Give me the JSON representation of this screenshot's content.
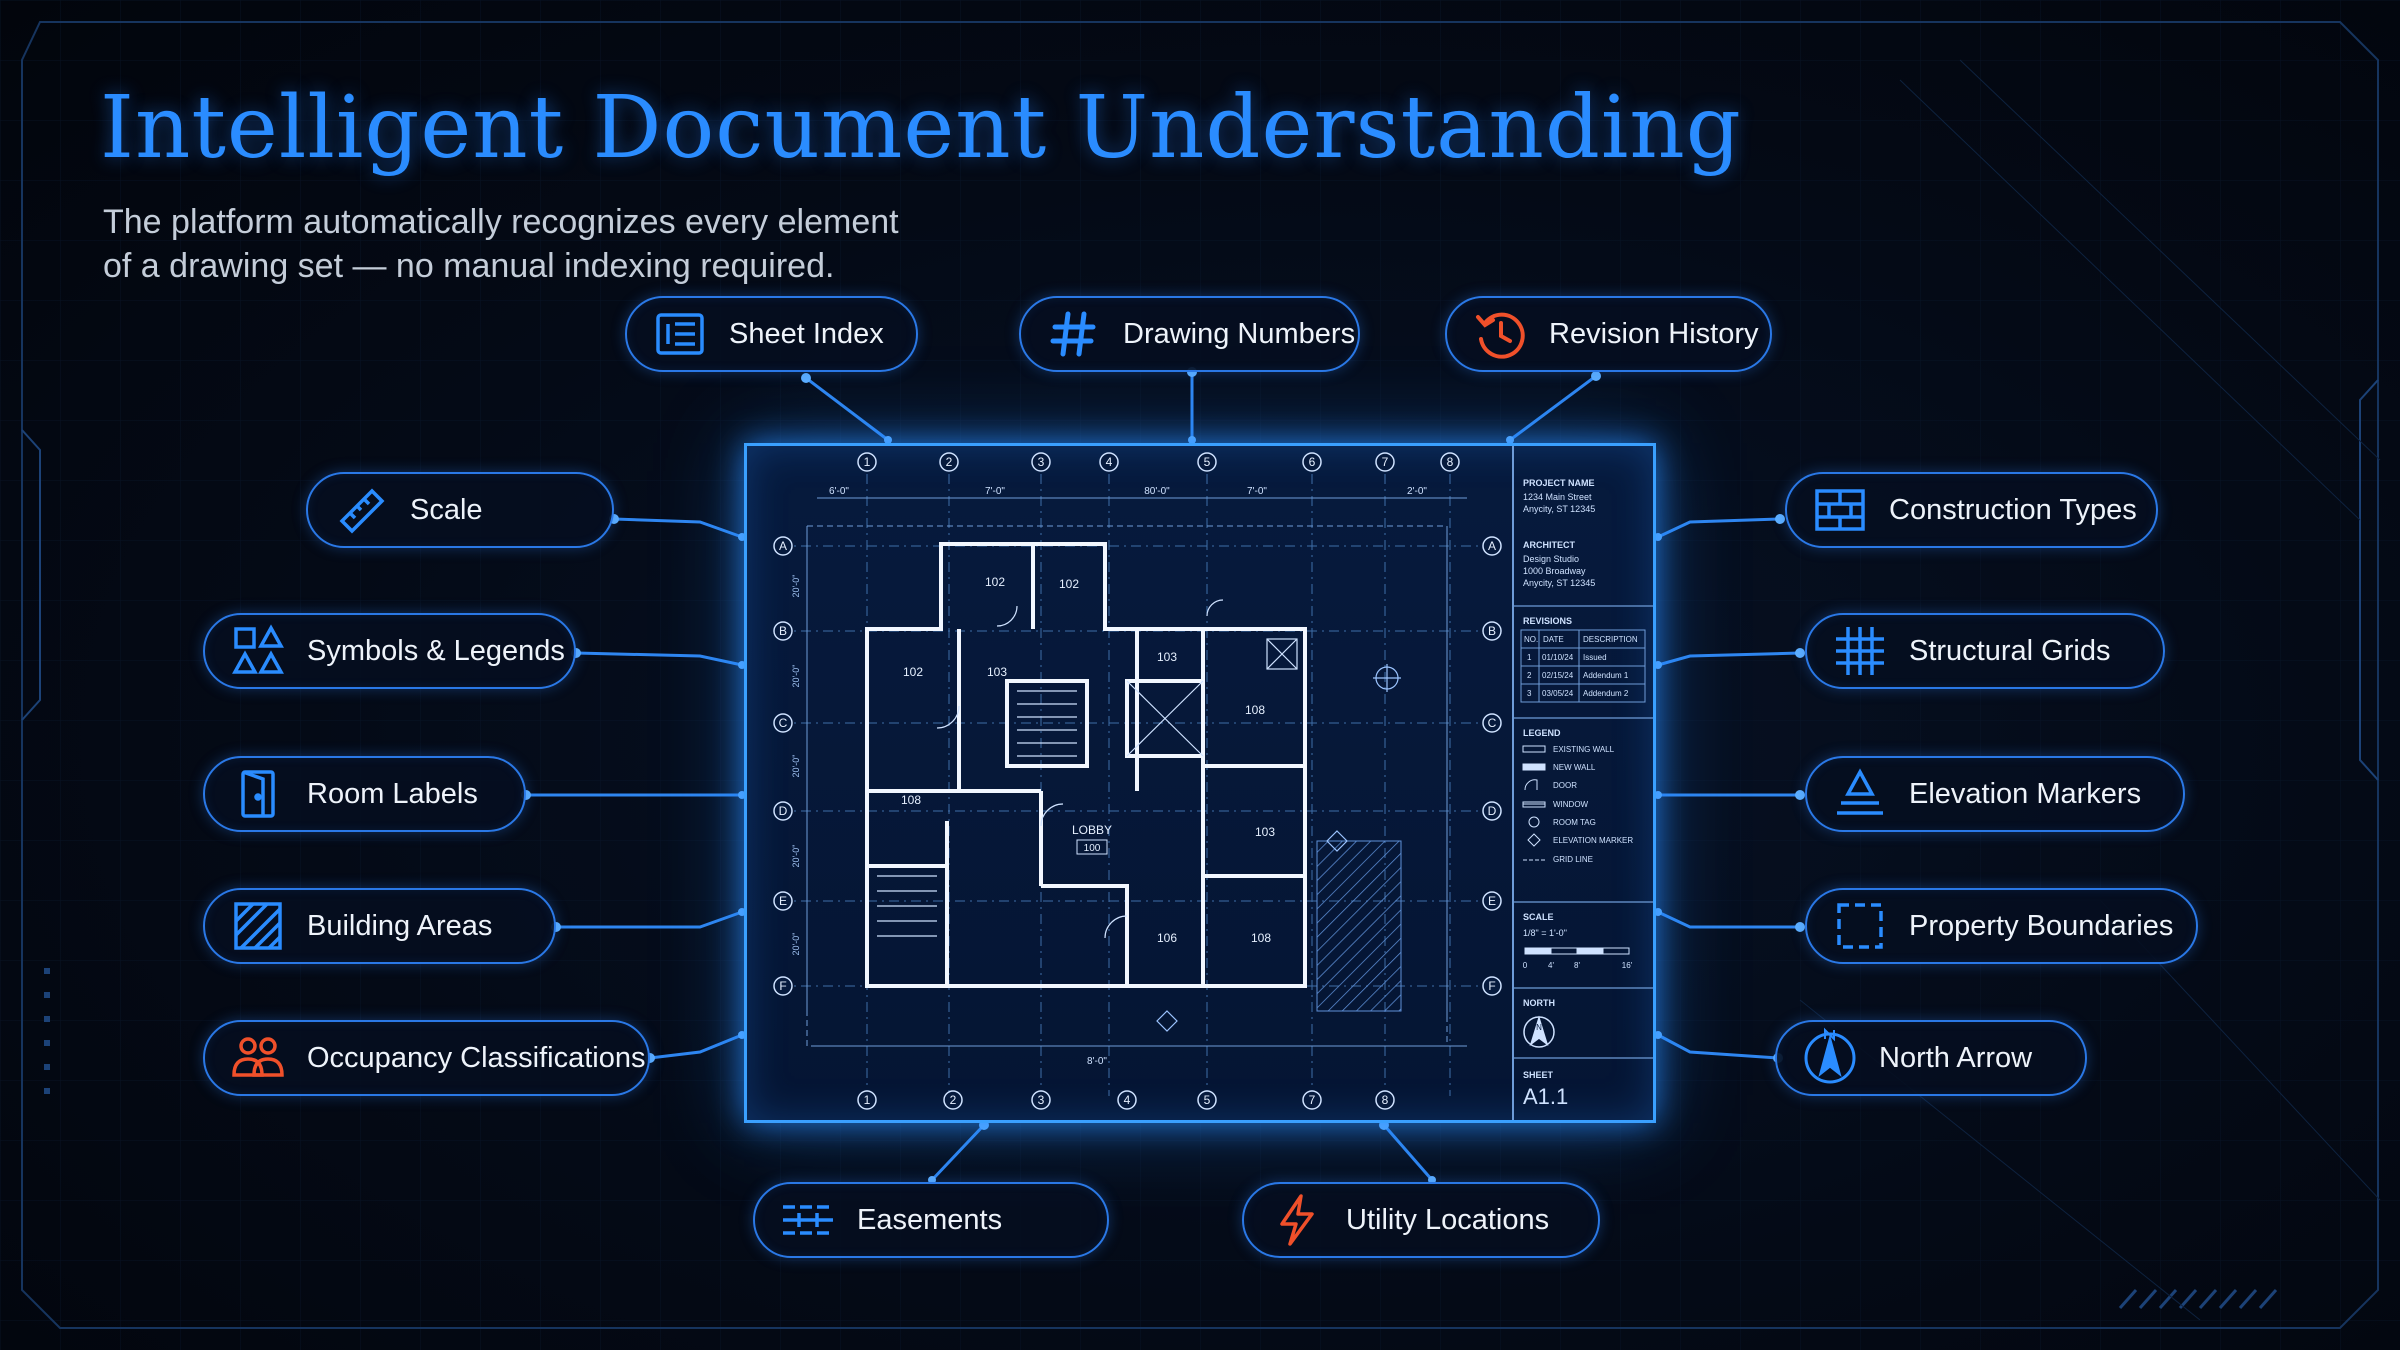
{
  "header": {
    "title": "Intelligent Document Understanding",
    "subtitle_line1": "The platform automatically recognizes every element",
    "subtitle_line2": "of a drawing set — no manual indexing required."
  },
  "colors": {
    "accent": "#2a8cff",
    "border": "#2a78e6",
    "warning": "#f0502a",
    "glow": "#3aa0ff"
  },
  "nodes": {
    "sheet_index": {
      "label": "Sheet Index",
      "icon": "list-icon"
    },
    "drawing_numbers": {
      "label": "Drawing Numbers",
      "icon": "hash-icon"
    },
    "revision_history": {
      "label": "Revision History",
      "icon": "history-icon"
    },
    "scale": {
      "label": "Scale",
      "icon": "ruler-icon"
    },
    "symbols_legends": {
      "label": "Symbols & Legends",
      "icon": "shapes-icon"
    },
    "room_labels": {
      "label": "Room Labels",
      "icon": "door-icon"
    },
    "building_areas": {
      "label": "Building Areas",
      "icon": "hatch-icon"
    },
    "occupancy": {
      "label": "Occupancy Classifications",
      "icon": "people-icon"
    },
    "construction_types": {
      "label": "Construction Types",
      "icon": "brick-icon"
    },
    "structural_grids": {
      "label": "Structural Grids",
      "icon": "grid-icon"
    },
    "elevation_markers": {
      "label": "Elevation Markers",
      "icon": "elevation-icon"
    },
    "property_boundaries": {
      "label": "Property Boundaries",
      "icon": "boundary-icon"
    },
    "north_arrow": {
      "label": "North Arrow",
      "icon": "compass-icon"
    },
    "easements": {
      "label": "Easements",
      "icon": "easement-icon"
    },
    "utility_locations": {
      "label": "Utility Locations",
      "icon": "bolt-icon"
    }
  },
  "plan": {
    "grid_top": [
      "1",
      "2",
      "3",
      "4",
      "5",
      "6",
      "7",
      "8"
    ],
    "grid_bottom": [
      "1",
      "2",
      "3",
      "4",
      "5",
      "7",
      "8"
    ],
    "grid_rows": [
      "A",
      "B",
      "C",
      "D",
      "E",
      "F"
    ],
    "dims_top": [
      "6'-0\"",
      "80'-0\"",
      "7'-0\"",
      "7'-0\"",
      "2'-0\""
    ],
    "dim_bottom": "8'-0\"",
    "dims_left": [
      "20'-0\"",
      "20'-0\"",
      "20'-0\"",
      "20'-0\"",
      "20'-0\""
    ],
    "rooms": [
      "102",
      "102",
      "102",
      "103",
      "103",
      "108",
      "108",
      "103",
      "106",
      "108"
    ],
    "lobby_label": "LOBBY",
    "lobby_tag": "100"
  },
  "title_block": {
    "project_heading": "PROJECT NAME",
    "project_line1": "1234 Main Street",
    "project_line2": "Anycity, ST 12345",
    "architect_heading": "ARCHITECT",
    "architect_line1": "Design Studio",
    "architect_line2": "1000 Broadway",
    "architect_line3": "Anycity, ST 12345",
    "revisions_heading": "REVISIONS",
    "rev_cols": [
      "NO.",
      "DATE",
      "DESCRIPTION"
    ],
    "revisions": [
      [
        "1",
        "01/10/24",
        "Issued"
      ],
      [
        "2",
        "02/15/24",
        "Addendum 1"
      ],
      [
        "3",
        "03/05/24",
        "Addendum 2"
      ]
    ],
    "legend_heading": "LEGEND",
    "legend": [
      "EXISTING WALL",
      "NEW WALL",
      "DOOR",
      "WINDOW",
      "ROOM TAG",
      "ELEVATION MARKER",
      "GRID LINE"
    ],
    "scale_heading": "SCALE",
    "scale_value": "1/8\" = 1'-0\"",
    "scale_ticks": [
      "0",
      "4'",
      "8'",
      "16'"
    ],
    "north_heading": "NORTH",
    "north_letter": "N",
    "sheet_heading": "SHEET",
    "sheet_number": "A1.1"
  }
}
